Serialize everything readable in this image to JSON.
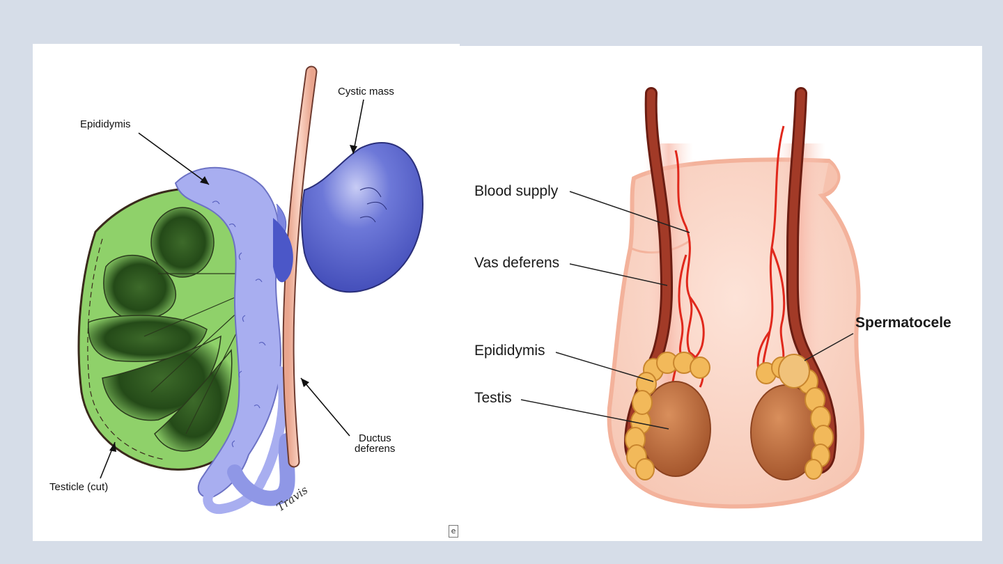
{
  "left_diagram": {
    "labels": {
      "epididymis": "Epididymis",
      "cystic_mass": "Cystic mass",
      "testicle_cut": "Testicle (cut)",
      "ductus_line1": "Ductus",
      "ductus_line2": "deferens"
    },
    "signature": "Travis",
    "colors": {
      "testicle": "#8fd16a",
      "epididymis": "#a8aef0",
      "cyst": "#4b57c8",
      "duct": "#f0b09a"
    }
  },
  "right_diagram": {
    "labels": {
      "blood_supply": "Blood supply",
      "vas_deferens": "Vas deferens",
      "epididymis": "Epididymis",
      "testis": "Testis",
      "spermatocele": "Spermatocele"
    },
    "colors": {
      "skin": "#f8d7c9",
      "vas": "#8c2a1c",
      "testis": "#c0703f",
      "epididymis": "#f2b95a",
      "vessels": "#e0281c"
    }
  }
}
